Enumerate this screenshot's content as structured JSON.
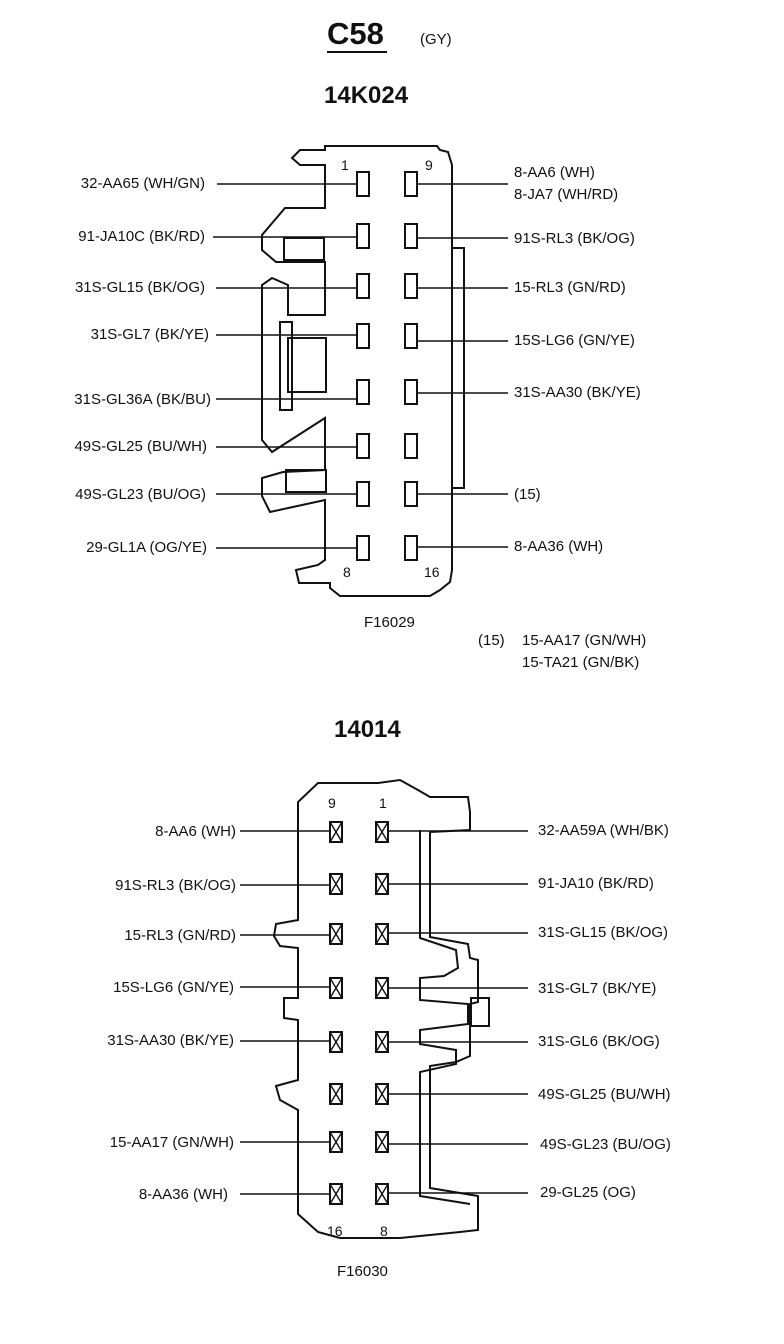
{
  "header": {
    "connector_id": "C58",
    "color_code": "(GY)"
  },
  "connector_top": {
    "part_number": "14K024",
    "figure_id": "F16029",
    "pin_numbers": [
      "1",
      "9",
      "8",
      "16"
    ],
    "left_labels": [
      "32-AA65 (WH/GN)",
      "91-JA10C (BK/RD)",
      "31S-GL15 (BK/OG)",
      "31S-GL7 (BK/YE)",
      "31S-GL36A (BK/BU)",
      "49S-GL25 (BU/WH)",
      "49S-GL23 (BU/OG)",
      "29-GL1A (OG/YE)"
    ],
    "right_labels": [
      "8-AA6 (WH)",
      "8-JA7 (WH/RD)",
      "91S-RL3 (BK/OG)",
      "15-RL3 (GN/RD)",
      "15S-LG6 (GN/YE)",
      "31S-AA30 (BK/YE)",
      "(15)",
      "8-AA36 (WH)"
    ],
    "footnote": {
      "ref": "(15)",
      "lines": [
        "15-AA17 (GN/WH)",
        "15-TA21 (GN/BK)"
      ]
    }
  },
  "connector_bottom": {
    "part_number": "14014",
    "figure_id": "F16030",
    "pin_numbers": [
      "9",
      "1",
      "16",
      "8"
    ],
    "left_labels": [
      "8-AA6 (WH)",
      "91S-RL3 (BK/OG)",
      "15-RL3 (GN/RD)",
      "15S-LG6 (GN/YE)",
      "31S-AA30 (BK/YE)",
      "15-AA17 (GN/WH)",
      "8-AA36 (WH)"
    ],
    "right_labels": [
      "32-AA59A (WH/BK)",
      "91-JA10 (BK/RD)",
      "31S-GL15 (BK/OG)",
      "31S-GL7 (BK/YE)",
      "31S-GL6 (BK/OG)",
      "49S-GL25 (BU/WH)",
      "49S-GL23 (BU/OG)",
      "29-GL25 (OG)"
    ]
  }
}
